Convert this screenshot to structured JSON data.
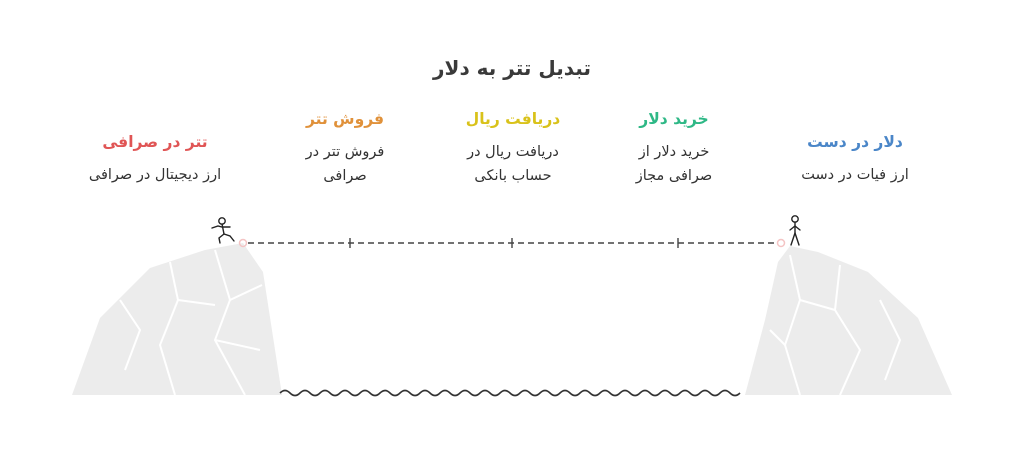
{
  "title": "تبدیل تتر به دلار",
  "steps": [
    {
      "head": "دلار در دست",
      "desc": "ارز فیات در دست",
      "color": "#4a86c8"
    },
    {
      "head": "خرید دلار",
      "desc": "خرید دلار از صرافی مجاز",
      "color": "#2eb886"
    },
    {
      "head": "دریافت ریال",
      "desc": "دریافت ریال در حساب بانکی",
      "color": "#d9c21a"
    },
    {
      "head": "فروش تتر",
      "desc": "فروش تتر در صرافی",
      "color": "#e0913a"
    },
    {
      "head": "تتر در صرافی",
      "desc": "ارز دیجیتال در صرافی",
      "color": "#e05555"
    }
  ]
}
